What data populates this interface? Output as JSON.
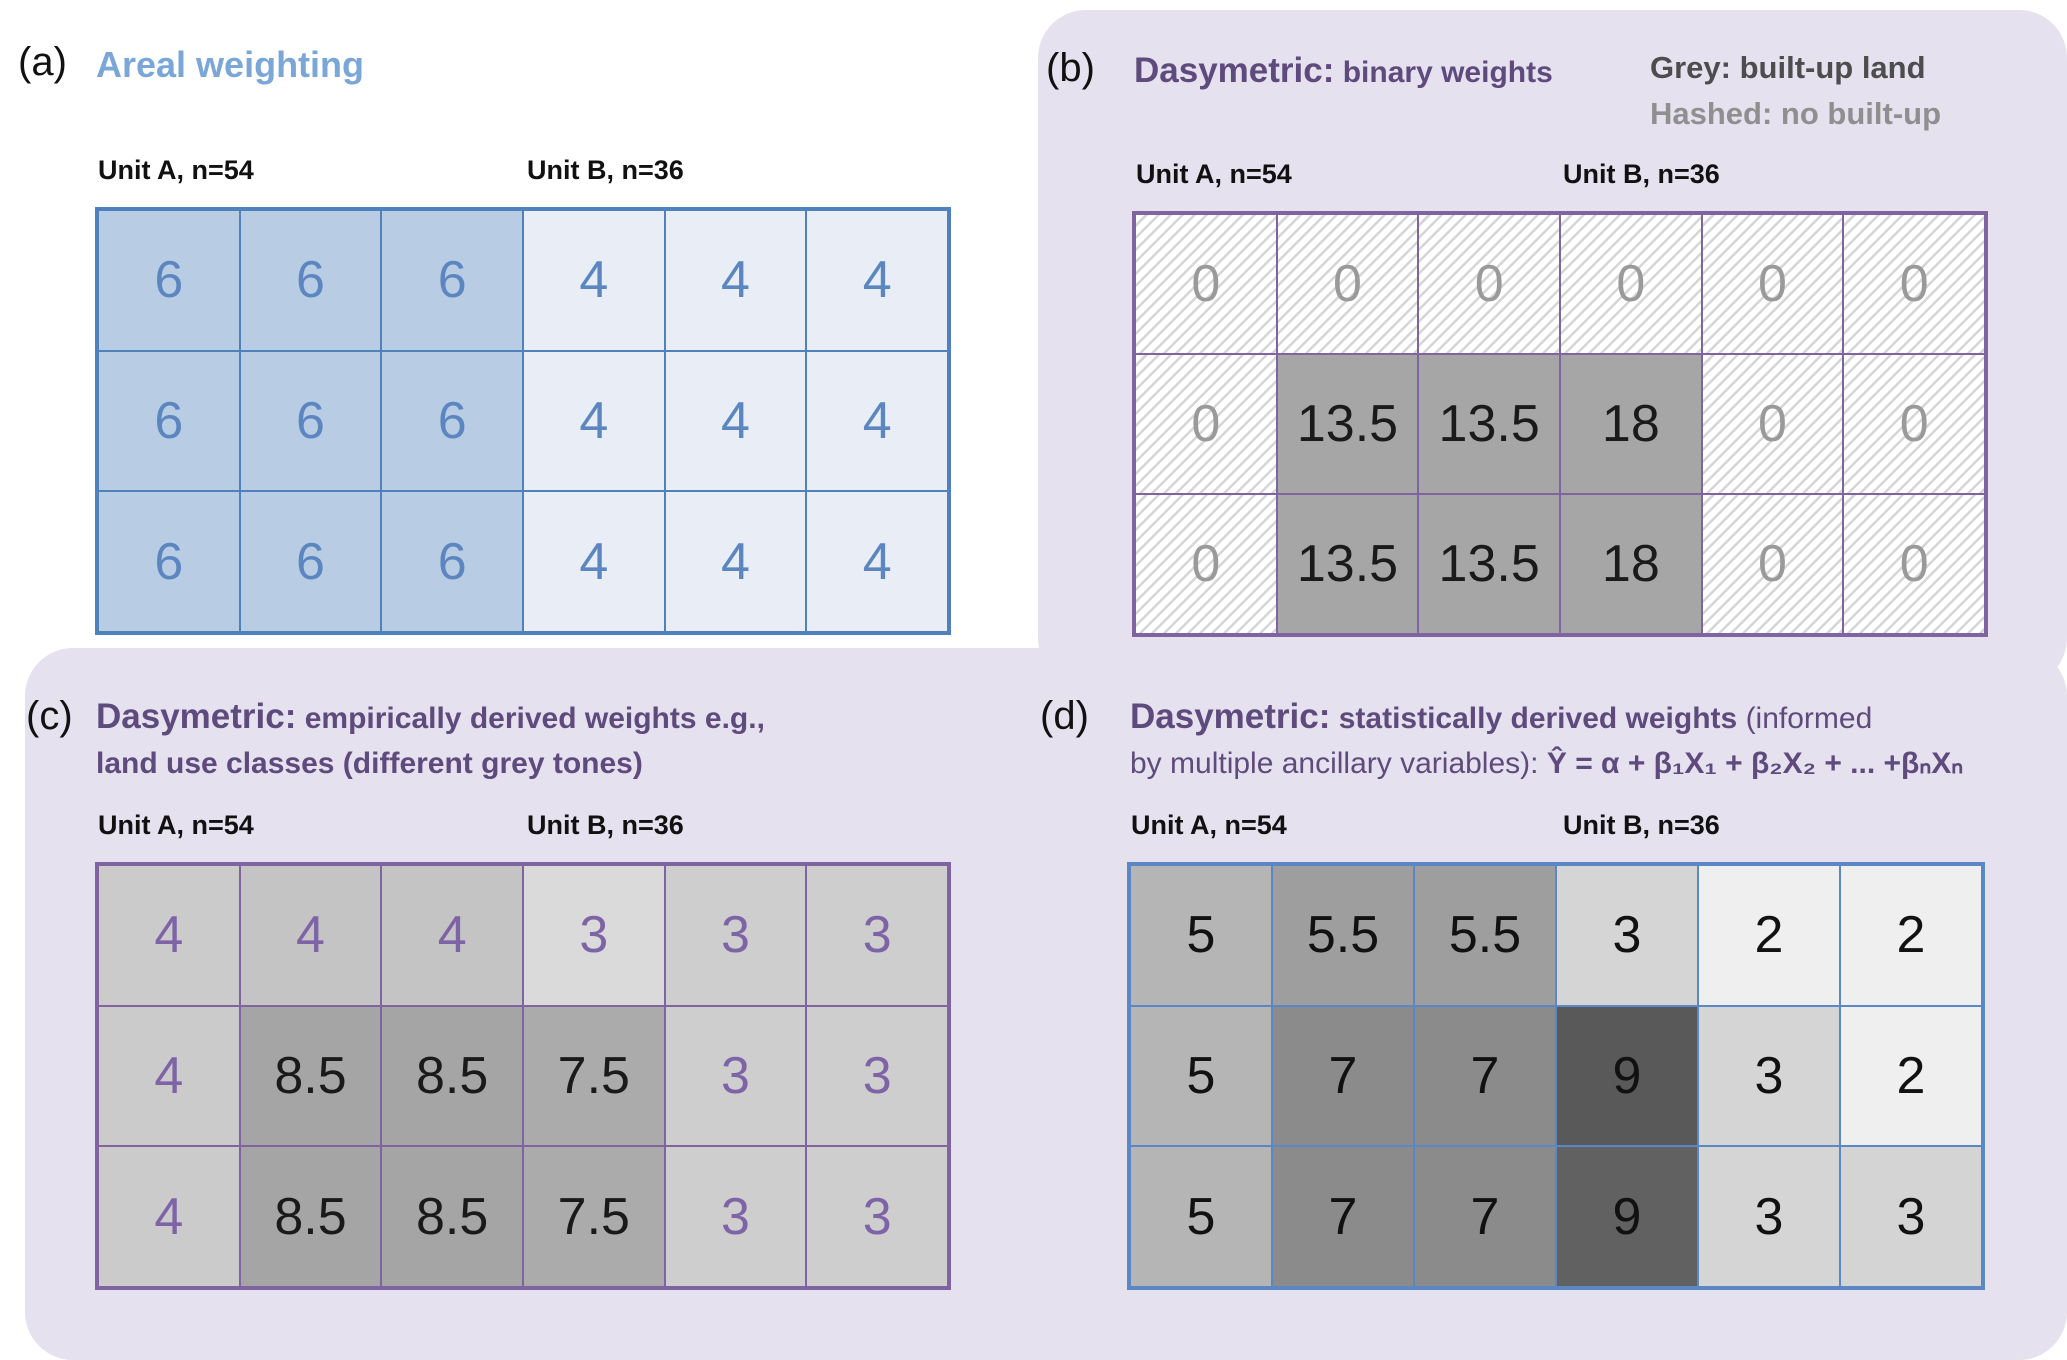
{
  "colors": {
    "lavender_background": "#e5e1ee",
    "blue_grid_border": "#4f81bd",
    "purple_grid_border": "#8064a2",
    "blue_title": "#7aa6d8",
    "purple_title": "#5f4a7d",
    "blue_number": "#5c86c0",
    "purple_number": "#7e63a7",
    "builtup_grey": "#a6a6a6"
  },
  "panels": {
    "a": {
      "label": "(a)",
      "title": "Areal weighting",
      "unit_a_label": "Unit A, n=54",
      "unit_b_label": "Unit B, n=36",
      "grid": {
        "values": [
          [
            "6",
            "6",
            "6",
            "4",
            "4",
            "4"
          ],
          [
            "6",
            "6",
            "6",
            "4",
            "4",
            "4"
          ],
          [
            "6",
            "6",
            "6",
            "4",
            "4",
            "4"
          ]
        ],
        "fills": [
          [
            "#b8cce4",
            "#b8cce4",
            "#b8cce4",
            "#e8edf6",
            "#e8edf6",
            "#e8edf6"
          ],
          [
            "#b8cce4",
            "#b8cce4",
            "#b8cce4",
            "#e8edf6",
            "#e8edf6",
            "#e8edf6"
          ],
          [
            "#b8cce4",
            "#b8cce4",
            "#b8cce4",
            "#e8edf6",
            "#e8edf6",
            "#e8edf6"
          ]
        ],
        "ink": [
          [
            "#5c86c0",
            "#5c86c0",
            "#5c86c0",
            "#5c86c0",
            "#5c86c0",
            "#5c86c0"
          ],
          [
            "#5c86c0",
            "#5c86c0",
            "#5c86c0",
            "#5c86c0",
            "#5c86c0",
            "#5c86c0"
          ],
          [
            "#5c86c0",
            "#5c86c0",
            "#5c86c0",
            "#5c86c0",
            "#5c86c0",
            "#5c86c0"
          ]
        ]
      }
    },
    "b": {
      "label": "(b)",
      "title_main": "Dasymetric:",
      "title_sub": "binary weights",
      "legend_grey": "Grey: built-up land",
      "legend_hash": "Hashed: no built-up",
      "unit_a_label": "Unit A, n=54",
      "unit_b_label": "Unit B, n=36",
      "grid": {
        "values": [
          [
            "0",
            "0",
            "0",
            "0",
            "0",
            "0"
          ],
          [
            "0",
            "13.5",
            "13.5",
            "18",
            "0",
            "0"
          ],
          [
            "0",
            "13.5",
            "13.5",
            "18",
            "0",
            "0"
          ]
        ],
        "fills": [
          [
            "hash",
            "hash",
            "hash",
            "hash",
            "hash",
            "hash"
          ],
          [
            "hash",
            "#a6a6a6",
            "#a6a6a6",
            "#a6a6a6",
            "hash",
            "hash"
          ],
          [
            "hash",
            "#a6a6a6",
            "#a6a6a6",
            "#a6a6a6",
            "hash",
            "hash"
          ]
        ],
        "ink": [
          [
            "#9a9a9a",
            "#9a9a9a",
            "#9a9a9a",
            "#9a9a9a",
            "#9a9a9a",
            "#9a9a9a"
          ],
          [
            "#9a9a9a",
            "#1a1a1a",
            "#1a1a1a",
            "#1a1a1a",
            "#9a9a9a",
            "#9a9a9a"
          ],
          [
            "#9a9a9a",
            "#1a1a1a",
            "#1a1a1a",
            "#1a1a1a",
            "#9a9a9a",
            "#9a9a9a"
          ]
        ]
      }
    },
    "c": {
      "label": "(c)",
      "title_main": "Dasymetric:",
      "title_sub_line1": "empirically derived weights e.g.,",
      "title_sub_line2": "land use classes (different grey tones)",
      "unit_a_label": "Unit A, n=54",
      "unit_b_label": "Unit B, n=36",
      "grid": {
        "values": [
          [
            "4",
            "4",
            "4",
            "3",
            "3",
            "3"
          ],
          [
            "4",
            "8.5",
            "8.5",
            "7.5",
            "3",
            "3"
          ],
          [
            "4",
            "8.5",
            "8.5",
            "7.5",
            "3",
            "3"
          ]
        ],
        "fills": [
          [
            "#cbcbcb",
            "#c4c4c4",
            "#c4c4c4",
            "#dadada",
            "#cecece",
            "#cecece"
          ],
          [
            "#cbcbcb",
            "#a5a5a5",
            "#a5a5a5",
            "#ababab",
            "#cecece",
            "#cecece"
          ],
          [
            "#cbcbcb",
            "#a5a5a5",
            "#a5a5a5",
            "#ababab",
            "#cecece",
            "#cecece"
          ]
        ],
        "ink": [
          [
            "#7e63a7",
            "#7e63a7",
            "#7e63a7",
            "#7e63a7",
            "#7e63a7",
            "#7e63a7"
          ],
          [
            "#7e63a7",
            "#1a1a1a",
            "#1a1a1a",
            "#1a1a1a",
            "#7e63a7",
            "#7e63a7"
          ],
          [
            "#7e63a7",
            "#1a1a1a",
            "#1a1a1a",
            "#1a1a1a",
            "#7e63a7",
            "#7e63a7"
          ]
        ]
      }
    },
    "d": {
      "label": "(d)",
      "title_main": "Dasymetric:",
      "title_bold": "statistically derived weights",
      "title_reg1": "(informed",
      "title_reg2": "by multiple ancillary variables):",
      "title_formula": "Ŷ = α + β₁X₁ + β₂X₂ + ... +βₙXₙ",
      "unit_a_label": "Unit A, n=54",
      "unit_b_label": "Unit B, n=36",
      "grid": {
        "values": [
          [
            "5",
            "5.5",
            "5.5",
            "3",
            "2",
            "2"
          ],
          [
            "5",
            "7",
            "7",
            "9",
            "3",
            "2"
          ],
          [
            "5",
            "7",
            "7",
            "9",
            "3",
            "3"
          ]
        ],
        "fills": [
          [
            "#b5b5b5",
            "#9e9e9e",
            "#9e9e9e",
            "#d5d5d5",
            "#efefef",
            "#efefef"
          ],
          [
            "#b5b5b5",
            "#8b8b8b",
            "#8b8b8b",
            "#595959",
            "#d5d5d5",
            "#efefef"
          ],
          [
            "#b5b5b5",
            "#8b8b8b",
            "#8b8b8b",
            "#616161",
            "#d5d5d5",
            "#d4d4d4"
          ]
        ],
        "ink": [
          [
            "#111111",
            "#111111",
            "#111111",
            "#111111",
            "#111111",
            "#111111"
          ],
          [
            "#111111",
            "#111111",
            "#111111",
            "#111111",
            "#111111",
            "#111111"
          ],
          [
            "#111111",
            "#111111",
            "#111111",
            "#111111",
            "#111111",
            "#111111"
          ]
        ]
      }
    }
  }
}
